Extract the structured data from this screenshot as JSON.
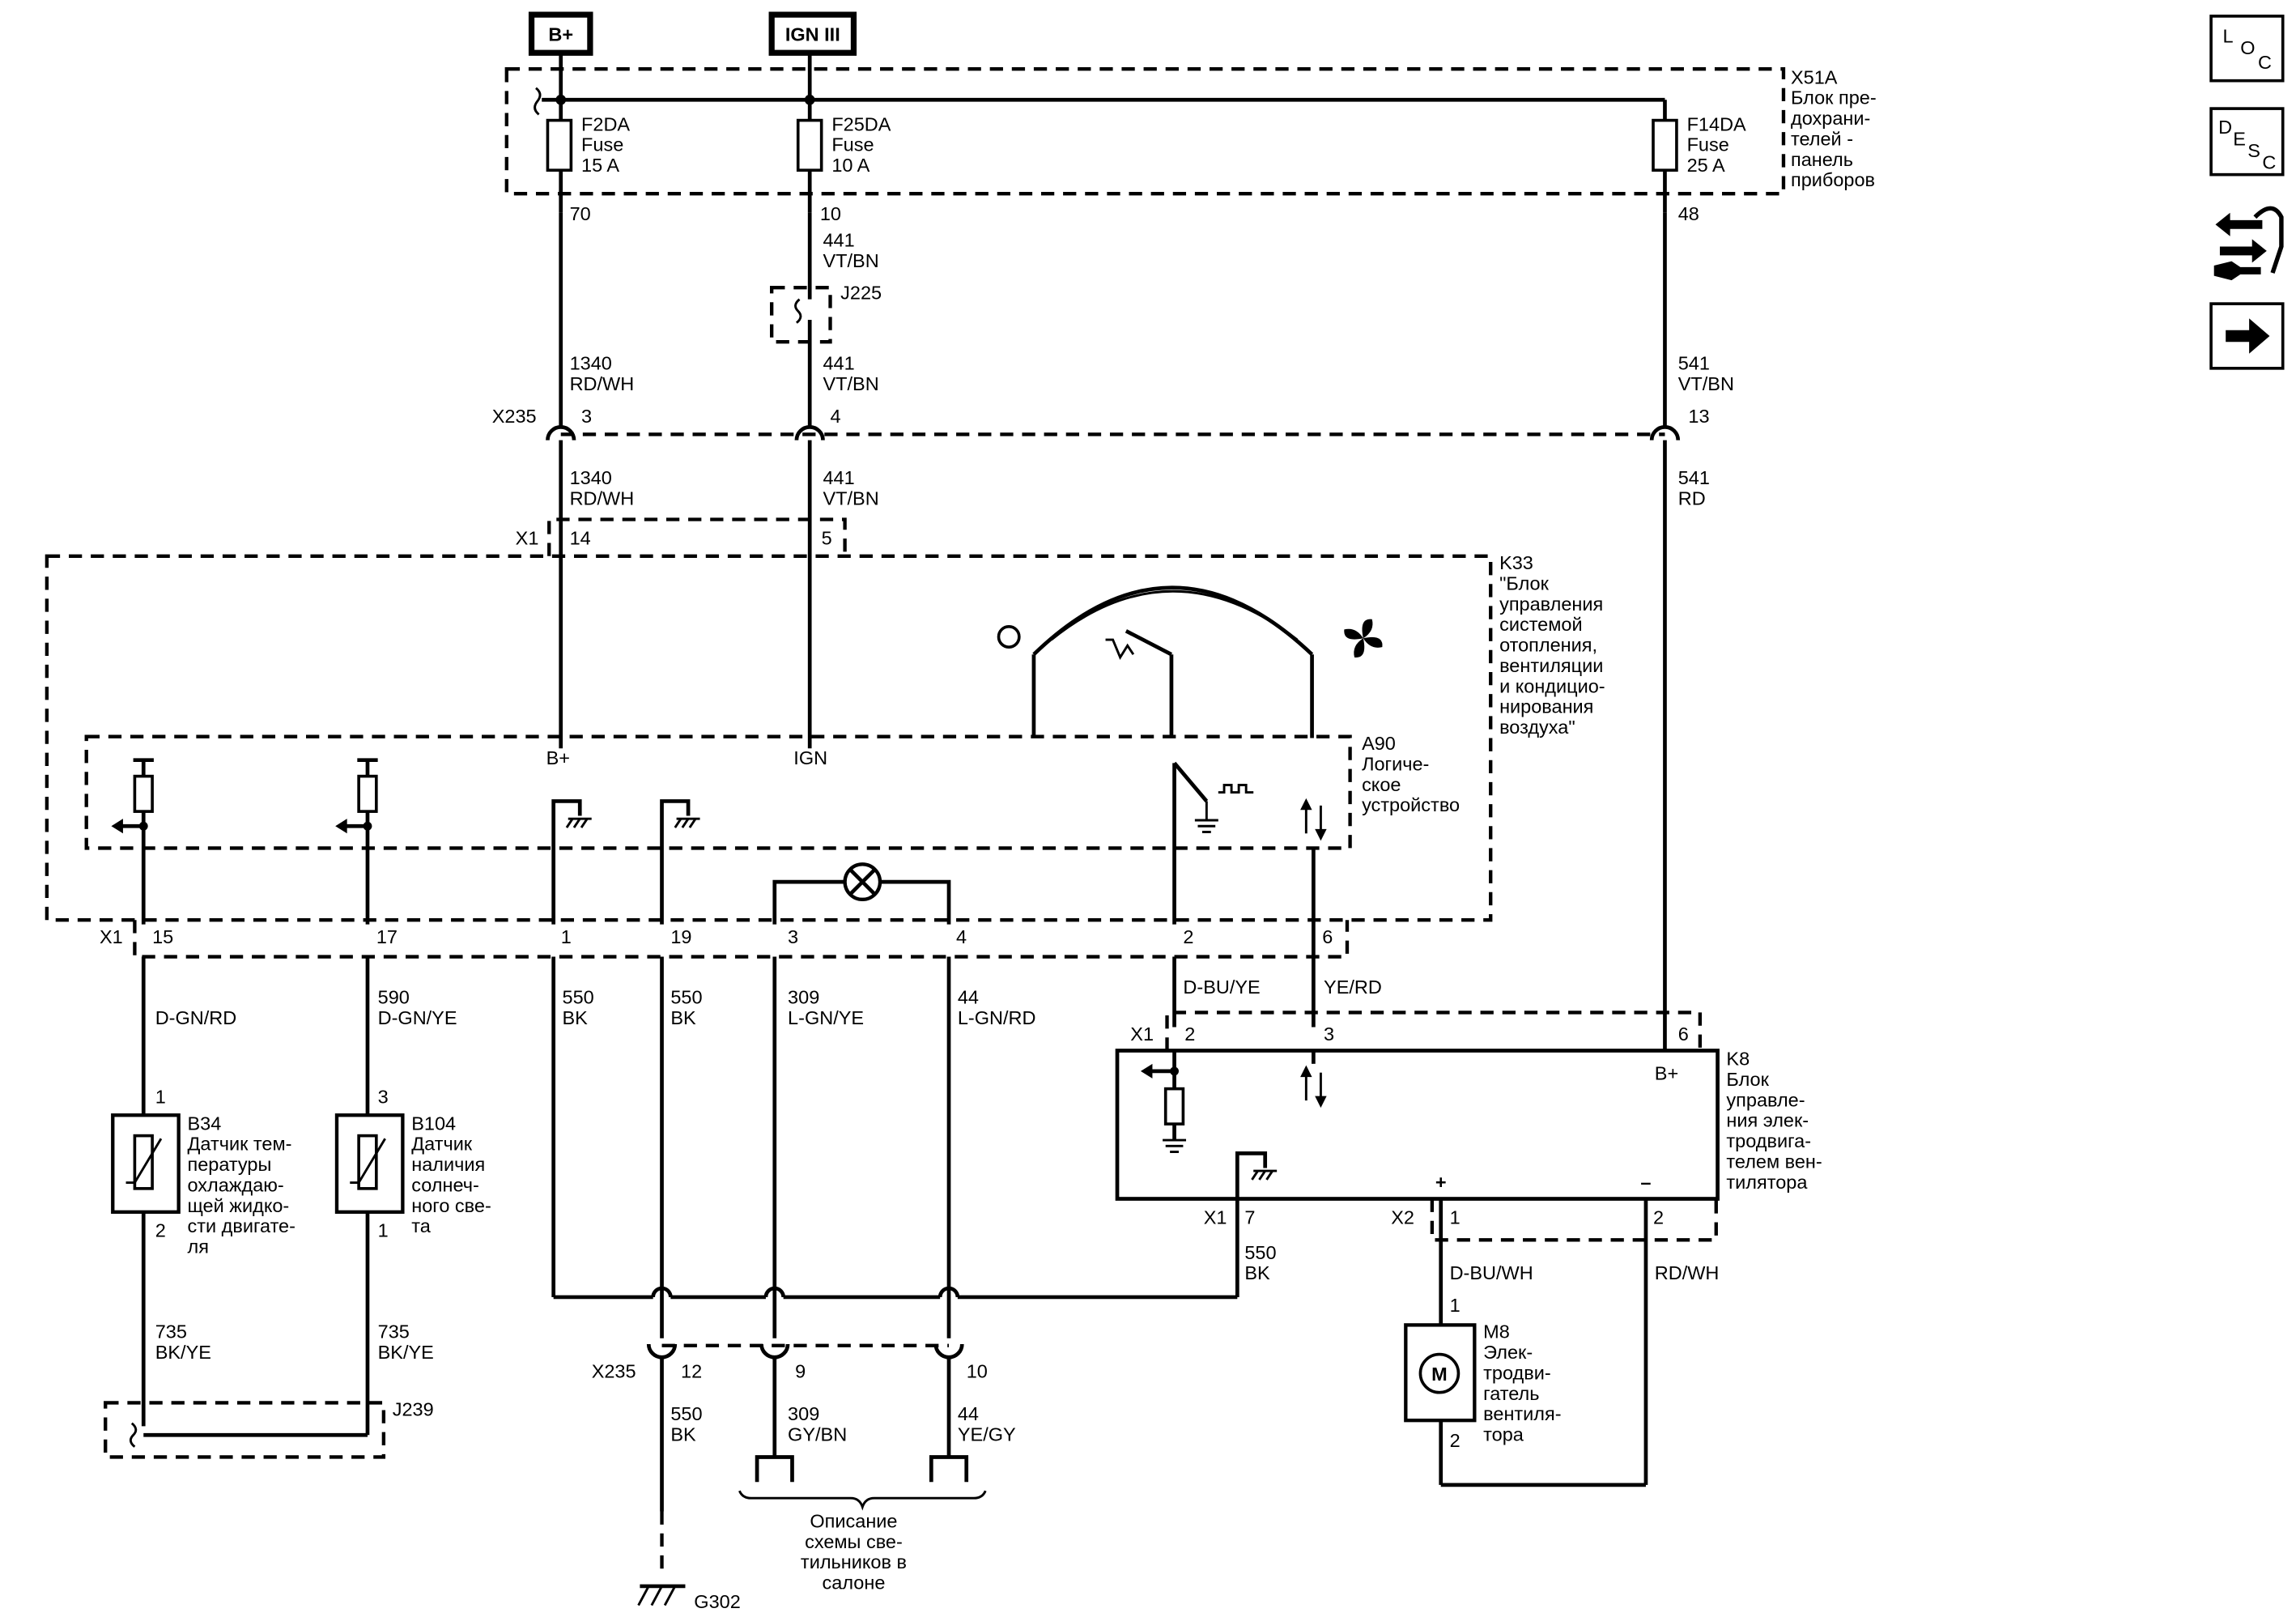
{
  "sources": {
    "bplus": "B+",
    "ign3": "IGN III"
  },
  "x51a": {
    "label": "X51A",
    "desc": [
      "Блок пре-",
      "дохрани-",
      "телей -",
      "панель",
      "приборов"
    ],
    "fuses": [
      {
        "name": "F2DA",
        "type": "Fuse",
        "rating": "15 A",
        "pin": "70"
      },
      {
        "name": "F25DA",
        "type": "Fuse",
        "rating": "10 A",
        "pin": "10"
      },
      {
        "name": "F14DA",
        "type": "Fuse",
        "rating": "25 A",
        "pin": "48"
      }
    ]
  },
  "wires": {
    "w441_top": [
      "441",
      "VT/BN"
    ],
    "j225": "J225",
    "w1340_a": [
      "1340",
      "RD/WH"
    ],
    "w441_a": [
      "441",
      "VT/BN"
    ],
    "w541_a": [
      "541",
      "VT/BN"
    ],
    "w1340_b": [
      "1340",
      "RD/WH"
    ],
    "w441_b": [
      "441",
      "VT/BN"
    ],
    "w541_b": [
      "541",
      "RD"
    ],
    "w_dgnrd": "D-GN/RD",
    "w590": [
      "590",
      "D-GN/YE"
    ],
    "w550_1": [
      "550",
      "BK"
    ],
    "w550_19": [
      "550",
      "BK"
    ],
    "w309_top": [
      "309",
      "L-GN/YE"
    ],
    "w44_top": [
      "44",
      "L-GN/RD"
    ],
    "w_dbuye": "D-BU/YE",
    "w_yerd": "YE/RD",
    "w735_a": [
      "735",
      "BK/YE"
    ],
    "w735_b": [
      "735",
      "BK/YE"
    ],
    "w550_k8": [
      "550",
      "BK"
    ],
    "w_dbuwh": "D-BU/WH",
    "w_rdwh": "RD/WH",
    "w550_g": [
      "550",
      "BK"
    ],
    "w309_bot": [
      "309",
      "GY/BN"
    ],
    "w44_bot": [
      "44",
      "YE/GY"
    ]
  },
  "x235_top": {
    "label": "X235",
    "pins": [
      "3",
      "4",
      "13"
    ]
  },
  "x1_top": {
    "label": "X1",
    "pins": [
      "14",
      "5"
    ]
  },
  "k33": {
    "label": "K33",
    "desc": [
      "\"Блок",
      "управления",
      "системой",
      "отопления,",
      "вентиляции",
      "и кондицио-",
      "нирования",
      "воздуха\""
    ]
  },
  "a90": {
    "label": "A90",
    "desc": [
      "Логиче-",
      "ское",
      "устройство"
    ],
    "pin_bplus": "B+",
    "pin_ign": "IGN"
  },
  "x1_bottom": {
    "label": "X1",
    "pins": [
      "15",
      "17",
      "1",
      "19",
      "3",
      "4",
      "2",
      "6"
    ]
  },
  "k8": {
    "label": "K8",
    "desc": [
      "Блок",
      "управле-",
      "ния элек-",
      "тродвига-",
      "телем вен-",
      "тилятора"
    ],
    "bplus": "B+",
    "plus": "+",
    "minus": "–",
    "x1_label": "X1",
    "x1_pins": [
      "2",
      "3",
      "6"
    ],
    "x1b_label": "X1",
    "x1b_pin": "7",
    "x2_label": "X2",
    "x2_pins": [
      "1",
      "2"
    ]
  },
  "b34": {
    "label": "B34",
    "desc": [
      "Датчик тем-",
      "пературы",
      "охлаждаю-",
      "щей жидко-",
      "сти двигате-",
      "ля"
    ],
    "pin_top": "1",
    "pin_bottom": "2"
  },
  "b104": {
    "label": "B104",
    "desc": [
      "Датчик",
      "наличия",
      "солнеч-",
      "ного све-",
      "та"
    ],
    "pin_top": "3",
    "pin_bottom": "1"
  },
  "m8": {
    "label": "M8",
    "desc": [
      "Элек-",
      "тродви-",
      "гатель",
      "вентиля-",
      "тора"
    ],
    "symbol": "M",
    "pin_top": "1",
    "pin_bottom": "2"
  },
  "j239": "J239",
  "x235_bottom": {
    "label": "X235",
    "pins": [
      "12",
      "9",
      "10"
    ]
  },
  "g302": "G302",
  "note": [
    "Описание",
    "схемы све-",
    "тильников в",
    "салоне"
  ],
  "side_icons": [
    {
      "name": "loc-icon",
      "letters": [
        "L",
        "O",
        "C"
      ]
    },
    {
      "name": "desc-icon",
      "letters": [
        "D",
        "E",
        "S",
        "C"
      ]
    },
    {
      "name": "diagnostic-icon"
    },
    {
      "name": "next-arrow-icon"
    }
  ]
}
